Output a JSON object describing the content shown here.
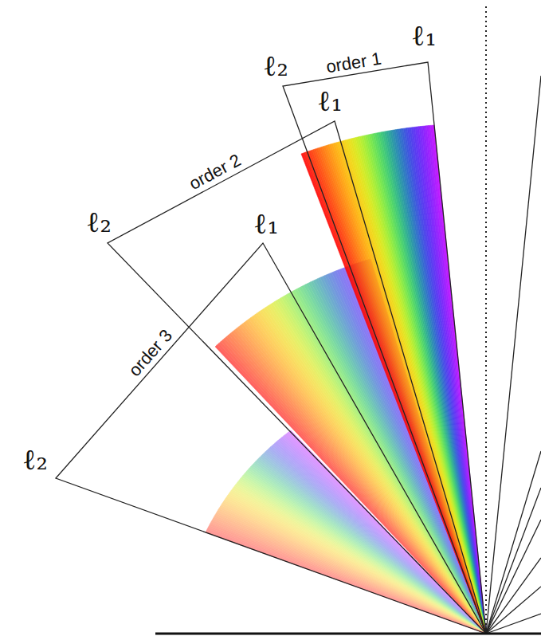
{
  "diagram": {
    "labels": [
      "ℓ₂",
      "order 1",
      "ℓ₁",
      "ℓ₂",
      "order 2",
      "ℓ₁",
      "ℓ₂",
      "order 3",
      "ℓ₁"
    ]
  }
}
